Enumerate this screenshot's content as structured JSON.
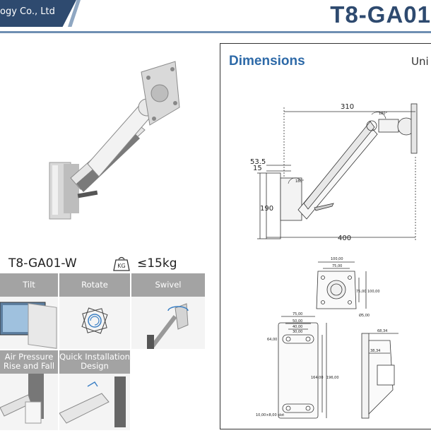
{
  "header": {
    "company": "ogy Co., Ltd",
    "model_title": "T8-GA01"
  },
  "product": {
    "model": "T8-GA01-W",
    "weight_badge": "KG",
    "weight_limit": "≤15kg"
  },
  "features": [
    {
      "label": "Tilt"
    },
    {
      "label": "Rotate"
    },
    {
      "label": "Swivel"
    },
    {
      "label": "Air Pressure\nRise and Fall"
    },
    {
      "label": "Quick Installation\nDesign"
    }
  ],
  "dimensions": {
    "title": "Dimensions",
    "unit": "Uni",
    "side_view": {
      "reach": "310",
      "depth_a": "53.5",
      "depth_b": "15",
      "height": "190",
      "length": "400",
      "angle_top": "180°",
      "angle_base": "180°"
    },
    "vesa_plate": {
      "top_outer": "100,00",
      "top_inner": "75,00",
      "side_inner": "75,00",
      "side_outer": "100,00",
      "hole": "Ø5,00"
    },
    "wall_plate": {
      "w1": "75,00",
      "w2": "50,00",
      "w3": "40,00",
      "w4": "30,00",
      "left": "64,00",
      "h1": "164,00",
      "h2": "196,00",
      "bottom": "10,00×8,00 slot"
    },
    "side_bracket": {
      "top": "68,34",
      "mid": "38,34"
    }
  }
}
